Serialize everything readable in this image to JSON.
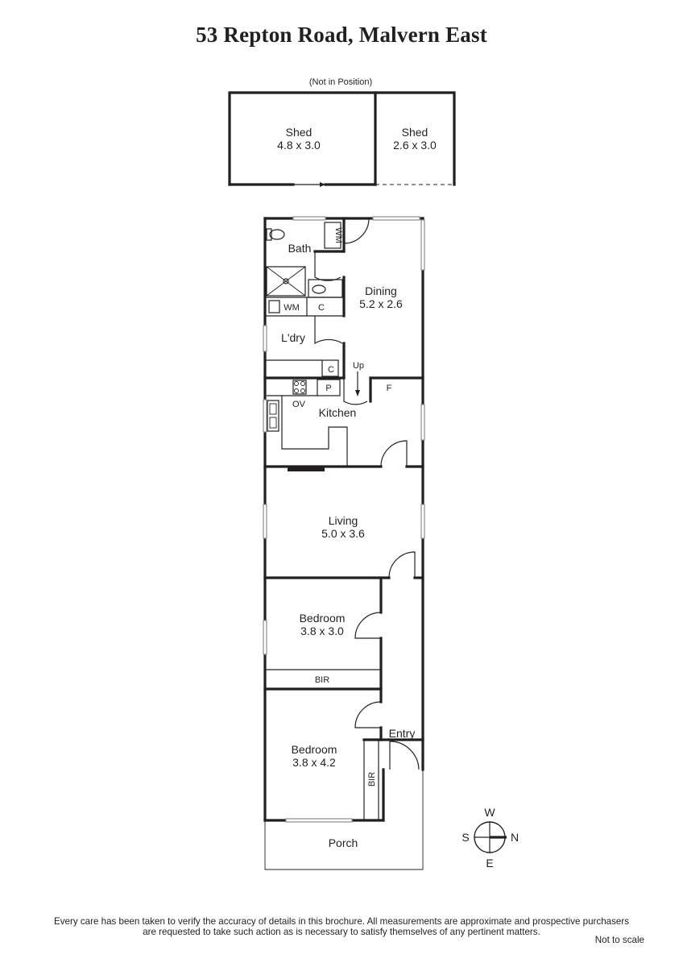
{
  "title": "53 Repton Road, Malvern East",
  "not_in_position": "(Not in Position)",
  "sheds": [
    {
      "name": "Shed",
      "size": "4.8 x 3.0"
    },
    {
      "name": "Shed",
      "size": "2.6 x 3.0"
    }
  ],
  "rooms": {
    "bath": "Bath",
    "dining": {
      "name": "Dining",
      "size": "5.2 x 2.6"
    },
    "laundry": "L'dry",
    "kitchen": "Kitchen",
    "living": {
      "name": "Living",
      "size": "5.0 x 3.6"
    },
    "bedroom1": {
      "name": "Bedroom",
      "size": "3.8 x 3.0"
    },
    "bedroom2": {
      "name": "Bedroom",
      "size": "3.8 x 4.2"
    },
    "entry": "Entry",
    "porch": "Porch"
  },
  "fixtures": {
    "wm": "WM",
    "cupboard": "C",
    "pantry": "P",
    "oven": "OV",
    "fridge": "F",
    "up": "Up",
    "bir": "BIR"
  },
  "compass": {
    "north": "N",
    "south": "S",
    "east": "E",
    "west": "W"
  },
  "disclaimer_line1": "Every care has been taken to verify the accuracy of details in this brochure. All measurements are approximate and prospective purchasers",
  "disclaimer_line2": "are requested to take such action as is necessary to satisfy themselves of any pertinent matters.",
  "not_to_scale": "Not to scale"
}
